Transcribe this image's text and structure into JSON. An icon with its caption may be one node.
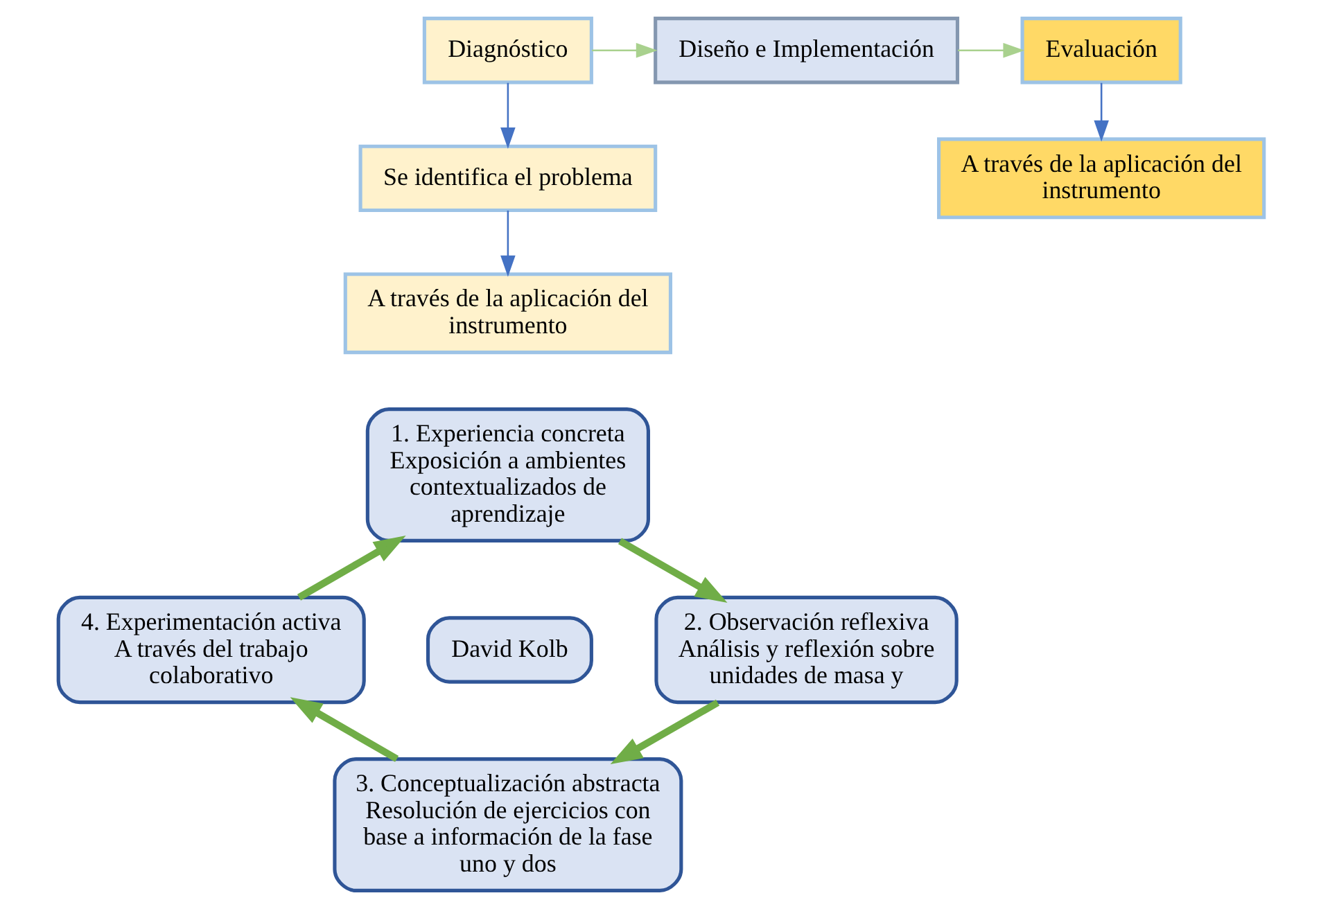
{
  "diagram": {
    "nodes": [
      {
        "text": [
          "Diagnóstico"
        ]
      },
      {
        "text": [
          "Se identifica el problema"
        ]
      },
      {
        "text": [
          "A través de la aplicación del instrumento"
        ]
      },
      {
        "text": [
          "Diseño e Implementación"
        ]
      },
      {
        "text": [
          "Evaluación"
        ]
      },
      {
        "text": [
          "A través de la aplicación del instrumento"
        ]
      },
      {
        "text": [
          "1. Experiencia concreta",
          "Exposición a ambientes contextualizados de aprendizaje"
        ]
      },
      {
        "text": [
          "2. Observación reflexiva",
          "Análisis y reflexión sobre unidades de masa y"
        ]
      },
      {
        "text": [
          "3. Conceptualización abstracta",
          "Resolución de ejercicios con base a información de la fase uno y dos"
        ]
      },
      {
        "text": [
          "4. Experimentación activa",
          "A través del trabajo colaborativo"
        ]
      },
      {
        "text": [
          "David Kolb"
        ]
      }
    ],
    "edges": [
      {
        "from": 0,
        "to": 1,
        "arrow": "to",
        "color": "#4472c4"
      },
      {
        "from": 1,
        "to": 2,
        "arrow": "to",
        "color": "#4472c4"
      },
      {
        "from": 0,
        "to": 3,
        "arrow": "to",
        "color": "#a9d18e"
      },
      {
        "from": 3,
        "to": 4,
        "arrow": "to",
        "color": "#a9d18e"
      },
      {
        "from": 4,
        "to": 5,
        "arrow": "to",
        "color": "#4472c4"
      },
      {
        "from": 6,
        "to": 7,
        "arrow": "to",
        "style": "thick"
      },
      {
        "from": 7,
        "to": 8,
        "arrow": "to",
        "style": "thick"
      },
      {
        "from": 8,
        "to": 9,
        "arrow": "to",
        "style": "thick"
      },
      {
        "from": 9,
        "to": 6,
        "arrow": "to",
        "style": "thick"
      }
    ]
  }
}
